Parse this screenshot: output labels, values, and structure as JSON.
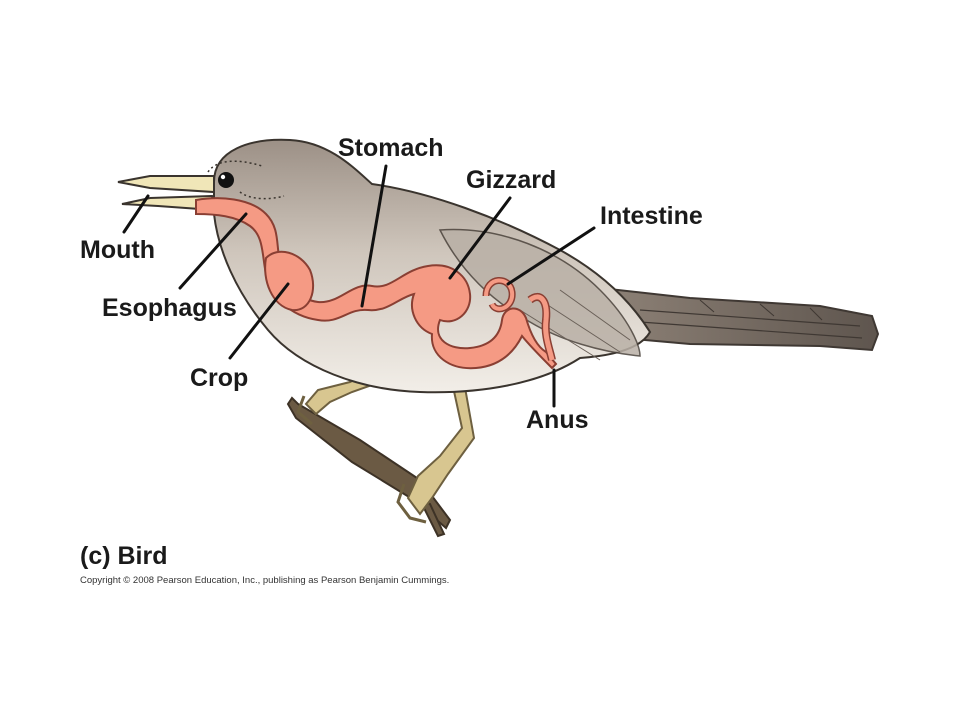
{
  "labels": {
    "mouth": "Mouth",
    "esophagus": "Esophagus",
    "crop": "Crop",
    "stomach": "Stomach",
    "gizzard": "Gizzard",
    "intestine": "Intestine",
    "anus": "Anus"
  },
  "caption": "(c) Bird",
  "copyright": "Copyright © 2008 Pearson Education, Inc., publishing as Pearson Benjamin Cummings.",
  "colors": {
    "digestive_tract": "#f59a84",
    "digestive_outline": "#8a3f33",
    "body": "#d8d0c6",
    "back": "#8a7d72",
    "belly": "#f3efe9",
    "beak": "#f0e6b8",
    "legs": "#d8c690",
    "branch": "#6b5a44"
  },
  "icons": [
    "bird-illustration"
  ]
}
